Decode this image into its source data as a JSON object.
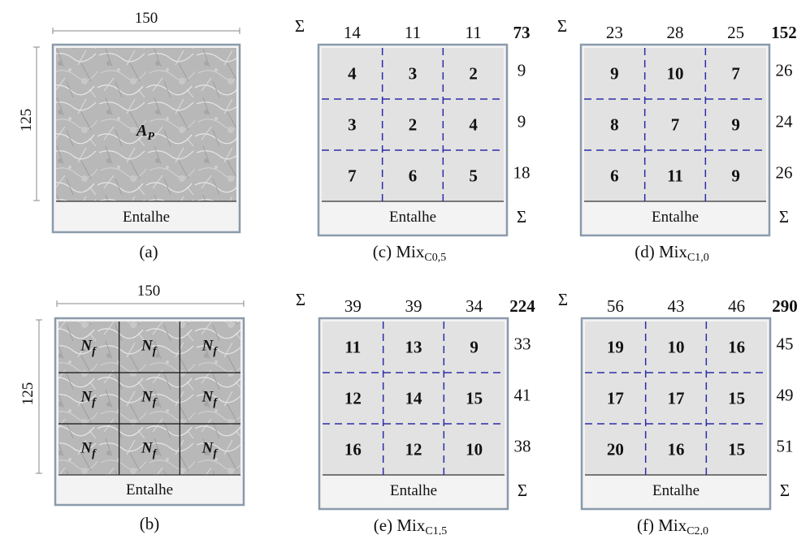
{
  "colors": {
    "frame": "#8a9aab",
    "cell_fill": "#e2e2e2",
    "notch_fill": "#f3f3f3",
    "dash": "#2c2ca8",
    "texture": "#a9a9a9"
  },
  "photos": {
    "a": {
      "width_label": "150",
      "height_label": "125",
      "area_label": "A",
      "area_sub": "P",
      "notch": "Entalhe",
      "caption": "(a)"
    },
    "b": {
      "width_label": "150",
      "height_label": "125",
      "cell_label": "N",
      "cell_sub": "f",
      "notch": "Entalhe",
      "caption": "(b)"
    }
  },
  "sigma": "Σ",
  "grids": [
    {
      "id": "c",
      "caption_prefix": "(c) Mix",
      "caption_sub": "C0,5",
      "notch": "Entalhe",
      "col_sums": [
        "14",
        "11",
        "11"
      ],
      "total": "73",
      "row_sums": [
        "9",
        "9",
        "18"
      ],
      "cells": [
        [
          "4",
          "3",
          "2"
        ],
        [
          "3",
          "2",
          "4"
        ],
        [
          "7",
          "6",
          "5"
        ]
      ]
    },
    {
      "id": "d",
      "caption_prefix": "(d) Mix",
      "caption_sub": "C1,0",
      "notch": "Entalhe",
      "col_sums": [
        "23",
        "28",
        "25"
      ],
      "total": "152",
      "row_sums": [
        "26",
        "24",
        "26"
      ],
      "cells": [
        [
          "9",
          "10",
          "7"
        ],
        [
          "8",
          "7",
          "9"
        ],
        [
          "6",
          "11",
          "9"
        ]
      ]
    },
    {
      "id": "e",
      "caption_prefix": "(e) Mix",
      "caption_sub": "C1,5",
      "notch": "Entalhe",
      "col_sums": [
        "39",
        "39",
        "34"
      ],
      "total": "224",
      "row_sums": [
        "33",
        "41",
        "38"
      ],
      "cells": [
        [
          "11",
          "13",
          "9"
        ],
        [
          "12",
          "14",
          "15"
        ],
        [
          "16",
          "12",
          "10"
        ]
      ]
    },
    {
      "id": "f",
      "caption_prefix": "(f) Mix",
      "caption_sub": "C2,0",
      "notch": "Entalhe",
      "col_sums": [
        "56",
        "43",
        "46"
      ],
      "total": "290",
      "row_sums": [
        "45",
        "49",
        "51"
      ],
      "cells": [
        [
          "19",
          "10",
          "16"
        ],
        [
          "17",
          "17",
          "15"
        ],
        [
          "20",
          "16",
          "15"
        ]
      ]
    }
  ]
}
